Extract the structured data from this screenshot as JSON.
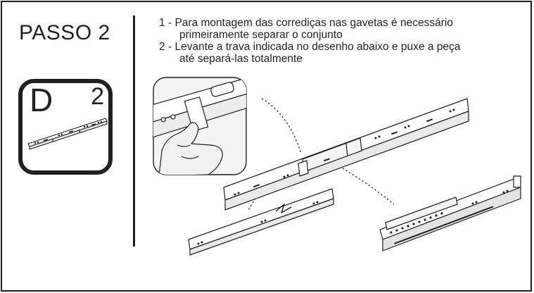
{
  "step": {
    "title": "PASSO 2",
    "badge_letter": "D",
    "badge_number": "2"
  },
  "instructions": [
    {
      "number": "1",
      "line1": " - Para montagem das corrediças nas gavetas é necessário",
      "line2": "primeiramente separar o conjunto"
    },
    {
      "number": "2",
      "line1": " - Levante a trava indicada no desenho abaixo e puxe a peça",
      "line2": "até separá-las totalmente"
    }
  ],
  "colors": {
    "ink": "#231f20",
    "paper": "#ffffff",
    "detail_fill": "#f4f4f4"
  }
}
